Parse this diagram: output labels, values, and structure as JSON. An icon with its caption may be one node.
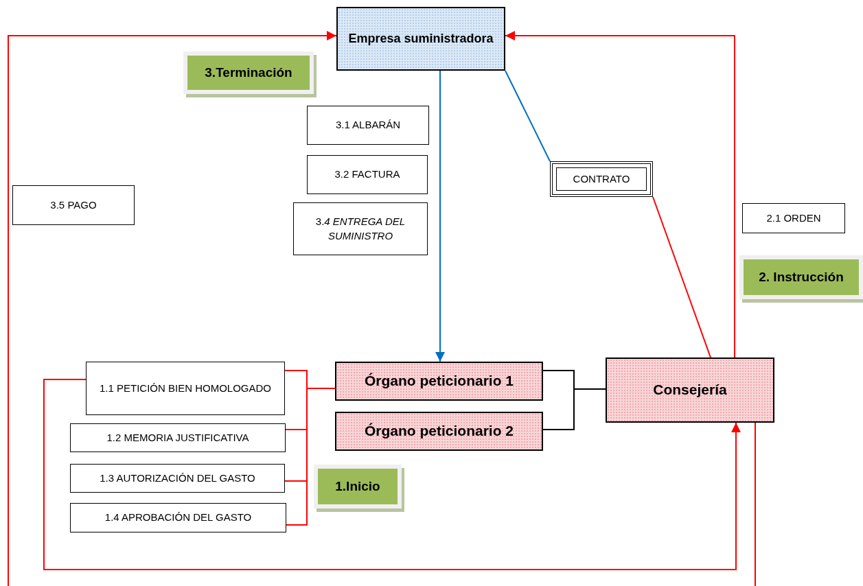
{
  "diagram": {
    "nodes": [
      {
        "text": [
          "Empresa suministradora"
        ]
      },
      {
        "text": [
          "3.Terminación"
        ]
      },
      {
        "text": [
          "3.1 ALBARÁN"
        ]
      },
      {
        "text": [
          "3.2 FACTURA"
        ]
      },
      {
        "text": [
          "3.5 PAGO"
        ]
      },
      {
        "text": [
          "3.*4 ENTREGA DEL SUMINISTRO*"
        ]
      },
      {
        "text": [
          "CONTRATO"
        ]
      },
      {
        "text": [
          "2.1 ORDEN"
        ]
      },
      {
        "text": [
          "2. Instrucción"
        ]
      },
      {
        "text": [
          "1.1 PETICIÓN BIEN HOMOLOGADO"
        ]
      },
      {
        "text": [
          "Órgano peticionario 1"
        ]
      },
      {
        "text": [
          "Consejería"
        ]
      },
      {
        "text": [
          "1.2 MEMORIA JUSTIFICATIVA"
        ]
      },
      {
        "text": [
          "Órgano peticionario 2"
        ]
      },
      {
        "text": [
          "1.3 AUTORIZACIÓN DEL GASTO"
        ]
      },
      {
        "text": [
          "1.Inicio"
        ]
      },
      {
        "text": [
          "1.4 APROBACIÓN DEL GASTO"
        ]
      }
    ],
    "edges": [
      {
        "from": 0,
        "to": 10,
        "arrow": "to",
        "color": "#0070c0"
      },
      {
        "from": 0,
        "to": 6,
        "arrow": "none",
        "color": "#0070c0"
      },
      {
        "from": 6,
        "to": 11,
        "arrow": "none"
      },
      {
        "from": 11,
        "to": 0,
        "arrow": "to"
      },
      {
        "from": 9,
        "to": 11,
        "arrow": "to"
      },
      {
        "from": 11,
        "to": null,
        "arrow": "none"
      },
      {
        "from": null,
        "to": 0,
        "arrow": "to"
      },
      {
        "from": 9,
        "to": 10,
        "arrow": "none"
      },
      {
        "from": 12,
        "to": 10,
        "arrow": "none"
      },
      {
        "from": 14,
        "to": 10,
        "arrow": "none"
      },
      {
        "from": 16,
        "to": 10,
        "arrow": "none"
      },
      {
        "from": 10,
        "to": 11,
        "arrow": "none",
        "color": "#000000"
      },
      {
        "from": 13,
        "to": 11,
        "arrow": "none",
        "color": "#000000"
      }
    ]
  }
}
